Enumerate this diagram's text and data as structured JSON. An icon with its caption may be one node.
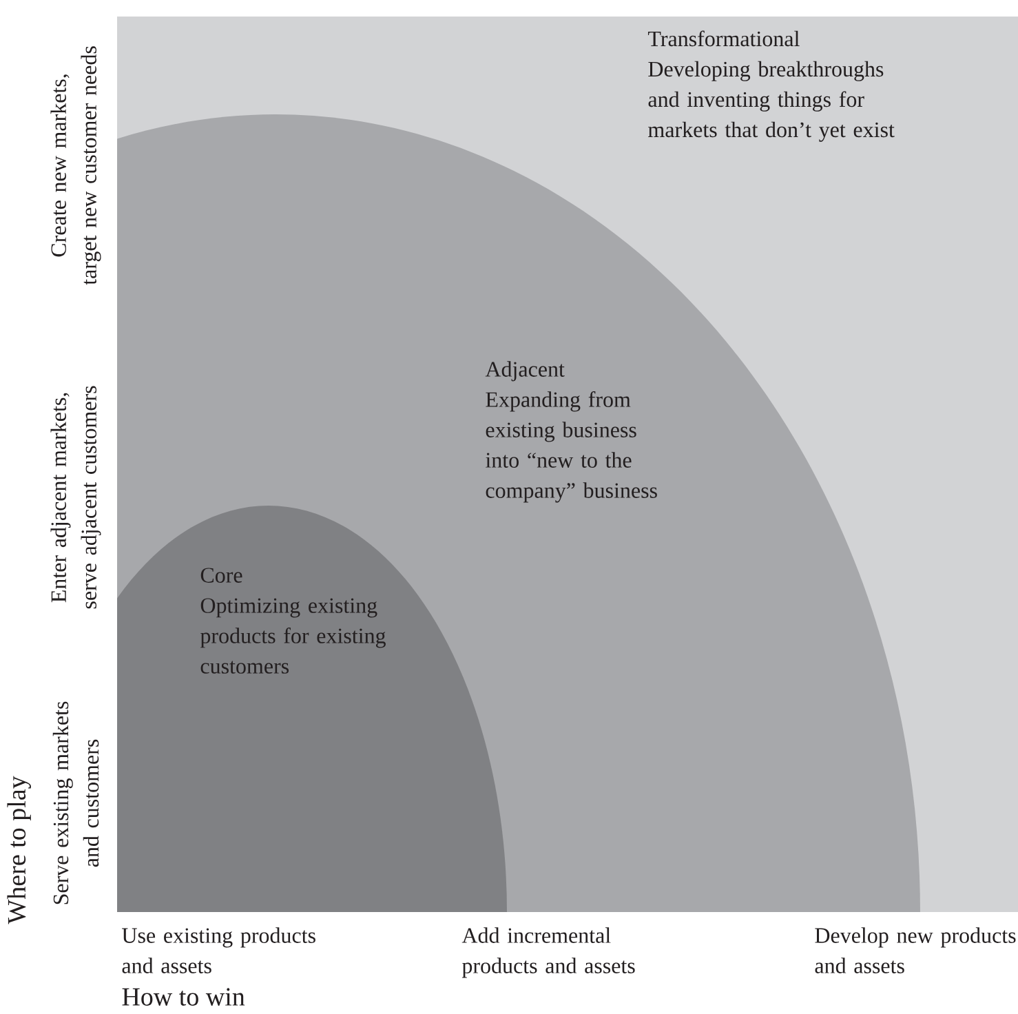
{
  "diagram": {
    "nodes": [
      {
        "text": [
          "Transformational",
          "Developing breakthroughs and inventing things for markets that don’t yet exist"
        ]
      },
      {
        "text": [
          "Adjacent",
          "Expanding from existing business into “new to the company” business"
        ],
        "in": 0
      },
      {
        "text": [
          "Core",
          "Optimizing existing products for existing customers"
        ],
        "in": 1
      }
    ],
    "labels": [
      "Create new markets, target new customer needs",
      "Enter adjacent markets, serve adjacent customers",
      "Serve existing markets and customers",
      "Where to play",
      "Use existing products and assets",
      "Add incremental products and assets",
      "Develop new products and assets",
      "How to win"
    ]
  }
}
